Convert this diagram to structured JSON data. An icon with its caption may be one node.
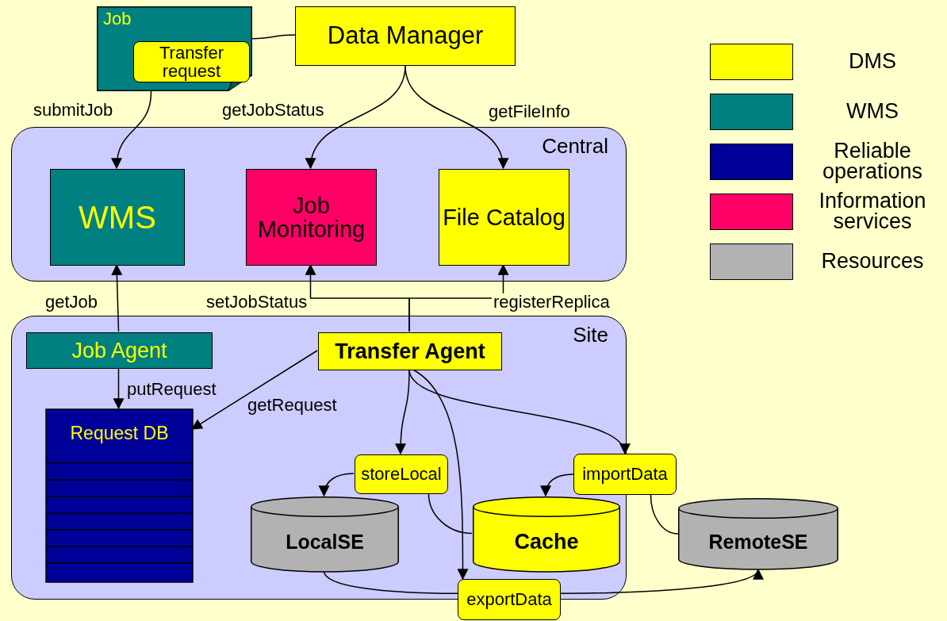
{
  "diagram": {
    "nodes": [
      {
        "text": [
          "Job"
        ]
      },
      {
        "text": [
          "Transfer request"
        ],
        "in": 0
      },
      {
        "text": [
          "Data Manager"
        ]
      },
      {
        "text": [
          "Central"
        ]
      },
      {
        "text": [
          "WMS"
        ],
        "in": 3
      },
      {
        "text": [
          "Job Monitoring"
        ],
        "in": 3
      },
      {
        "text": [
          "File Catalog"
        ],
        "in": 3
      },
      {
        "text": [
          "Site"
        ]
      },
      {
        "text": [
          "Job Agent"
        ],
        "in": 7
      },
      {
        "text": [
          "Transfer Agent"
        ],
        "in": 7
      },
      {
        "text": [
          "Request DB"
        ],
        "in": 7
      },
      {
        "text": [
          "storeLocal"
        ],
        "in": 7
      },
      {
        "text": [
          "LocalSE"
        ],
        "in": 7
      },
      {
        "text": [
          "Cache"
        ],
        "in": 7
      },
      {
        "text": [
          "importData"
        ]
      },
      {
        "text": [
          "RemoteSE"
        ]
      },
      {
        "text": [
          "exportData"
        ]
      }
    ],
    "edges": [
      {
        "from": 2,
        "to": 0,
        "arrow": "none"
      },
      {
        "from": 0,
        "to": 4,
        "label": "submitJob",
        "arrow": "to"
      },
      {
        "from": 2,
        "to": 5,
        "label": "getJobStatus",
        "arrow": "to"
      },
      {
        "from": 2,
        "to": 6,
        "label": "getFileInfo",
        "arrow": "to"
      },
      {
        "from": 8,
        "to": 4,
        "label": "getJob",
        "arrow": "to"
      },
      {
        "from": 9,
        "to": 5,
        "label": "setJobStatus",
        "arrow": "to"
      },
      {
        "from": 9,
        "to": 6,
        "label": "registerReplica",
        "arrow": "to"
      },
      {
        "from": 8,
        "to": 10,
        "label": "putRequest",
        "arrow": "to"
      },
      {
        "from": 9,
        "to": 10,
        "label": "getRequest",
        "arrow": "to"
      },
      {
        "from": 9,
        "to": 11,
        "arrow": "to"
      },
      {
        "from": 9,
        "to": 14,
        "arrow": "to"
      },
      {
        "from": 9,
        "to": 16,
        "arrow": "to"
      },
      {
        "from": 11,
        "to": 12,
        "arrow": "to"
      },
      {
        "from": 11,
        "to": 13,
        "arrow": "none"
      },
      {
        "from": 14,
        "to": 13,
        "arrow": "to"
      },
      {
        "from": 14,
        "to": 15,
        "arrow": "none"
      },
      {
        "from": 12,
        "to": 16,
        "arrow": "none"
      },
      {
        "from": 16,
        "to": 15,
        "arrow": "to"
      }
    ],
    "legend": [
      {
        "text": "DMS",
        "color": "#ffff00"
      },
      {
        "text": "WMS",
        "color": "#008080"
      },
      {
        "text": "Reliable operations",
        "color": "#000099"
      },
      {
        "text": "Information services",
        "color": "#ff0066"
      },
      {
        "text": "Resources",
        "color": "#b2b2b2"
      }
    ]
  }
}
